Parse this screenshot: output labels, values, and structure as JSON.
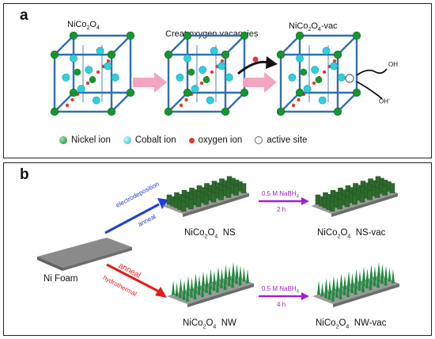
{
  "panel_a": {
    "letter": "a",
    "title_left": {
      "base": "NiCo",
      "sub1": "2",
      "mid": "O",
      "sub2": "4",
      "tail": ""
    },
    "title_middle": "Creat oxygen vacancies",
    "title_right": {
      "base": "NiCo",
      "sub1": "2",
      "mid": "O",
      "sub2": "4",
      "tail": "-vac"
    },
    "oh_top": "OH",
    "oh_bottom": "OH",
    "oh_bottom_sup": "-",
    "legend": [
      {
        "key": "nickel",
        "label": "Nickel ion",
        "color": "#0e8a2a"
      },
      {
        "key": "cobalt",
        "label": "Cobalt ion",
        "color": "#18b9c9"
      },
      {
        "key": "oxygen",
        "label": "oxygen ion",
        "color": "#e23a2e"
      },
      {
        "key": "active",
        "label": "active site",
        "color": "#ffffff"
      }
    ]
  },
  "panel_b": {
    "letter": "b",
    "ni_foam": "Ni Foam",
    "upper_arrow_top": "electrodeposition",
    "upper_arrow_bottom": "anneal",
    "lower_arrow_top": "anneal",
    "lower_arrow_bottom": "hydrothermal",
    "reagent_top": {
      "text": "0.5 M NaBH",
      "sub": "4"
    },
    "reagent_bottom": {
      "text": "0.5 M NaBH",
      "sub": "4"
    },
    "time_top": "2 h",
    "time_bottom": "4 h",
    "ns_label": {
      "base": "NiCo",
      "sub1": "2",
      "mid": "O",
      "sub2": "4",
      "tail": "  NS"
    },
    "ns_vac_label": {
      "base": "NiCo",
      "sub1": "2",
      "mid": "O",
      "sub2": "4",
      "tail": "  NS-vac"
    },
    "nw_label": {
      "base": "NiCo",
      "sub1": "2",
      "mid": "O",
      "sub2": "4",
      "tail": "  NW"
    },
    "nw_vac_label": {
      "base": "NiCo",
      "sub1": "2",
      "mid": "O",
      "sub2": "4",
      "tail": "  NW-vac"
    }
  },
  "colors": {
    "cube": "#2f6fb3",
    "pink_arrow": "#f4a3c1",
    "blue_arrow": "#1f3fd6",
    "red_arrow": "#e51b1b",
    "purple_arrow": "#a020d0",
    "ns_green": "#2e7d32",
    "nw_green": "#1e8a3a",
    "plate": "#8a8a8a"
  }
}
